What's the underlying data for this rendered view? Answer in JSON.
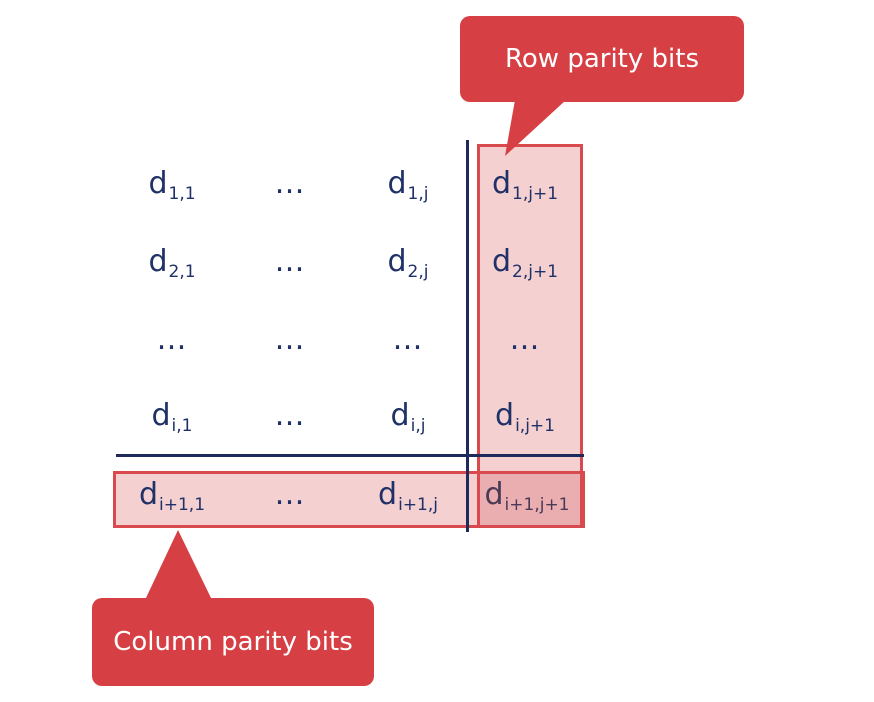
{
  "callouts": {
    "row_parity": "Row parity bits",
    "column_parity": "Column parity bits"
  },
  "matrix": {
    "rows": [
      [
        {
          "base": "d",
          "sub": "1,1"
        },
        {
          "base": "…",
          "sub": ""
        },
        {
          "base": "d",
          "sub": "1,j"
        },
        {
          "base": "d",
          "sub": "1,j+1"
        }
      ],
      [
        {
          "base": "d",
          "sub": "2,1"
        },
        {
          "base": "…",
          "sub": ""
        },
        {
          "base": "d",
          "sub": "2,j"
        },
        {
          "base": "d",
          "sub": "2,j+1"
        }
      ],
      [
        {
          "base": "…",
          "sub": ""
        },
        {
          "base": "…",
          "sub": ""
        },
        {
          "base": "…",
          "sub": ""
        },
        {
          "base": "…",
          "sub": ""
        }
      ],
      [
        {
          "base": "d",
          "sub": "i,1"
        },
        {
          "base": "…",
          "sub": ""
        },
        {
          "base": "d",
          "sub": "i,j"
        },
        {
          "base": "d",
          "sub": "i,j+1"
        }
      ],
      [
        {
          "base": "d",
          "sub": "i+1,1"
        },
        {
          "base": "…",
          "sub": ""
        },
        {
          "base": "d",
          "sub": "i+1,j"
        },
        {
          "base": "d",
          "sub": "i+1,j+1"
        }
      ]
    ]
  },
  "colors": {
    "text": "#1f3166",
    "accent": "#d64045",
    "highlight": "#f4d0d1",
    "corner_highlight": "#eaaeb0",
    "divider": "#1f2a5c"
  }
}
